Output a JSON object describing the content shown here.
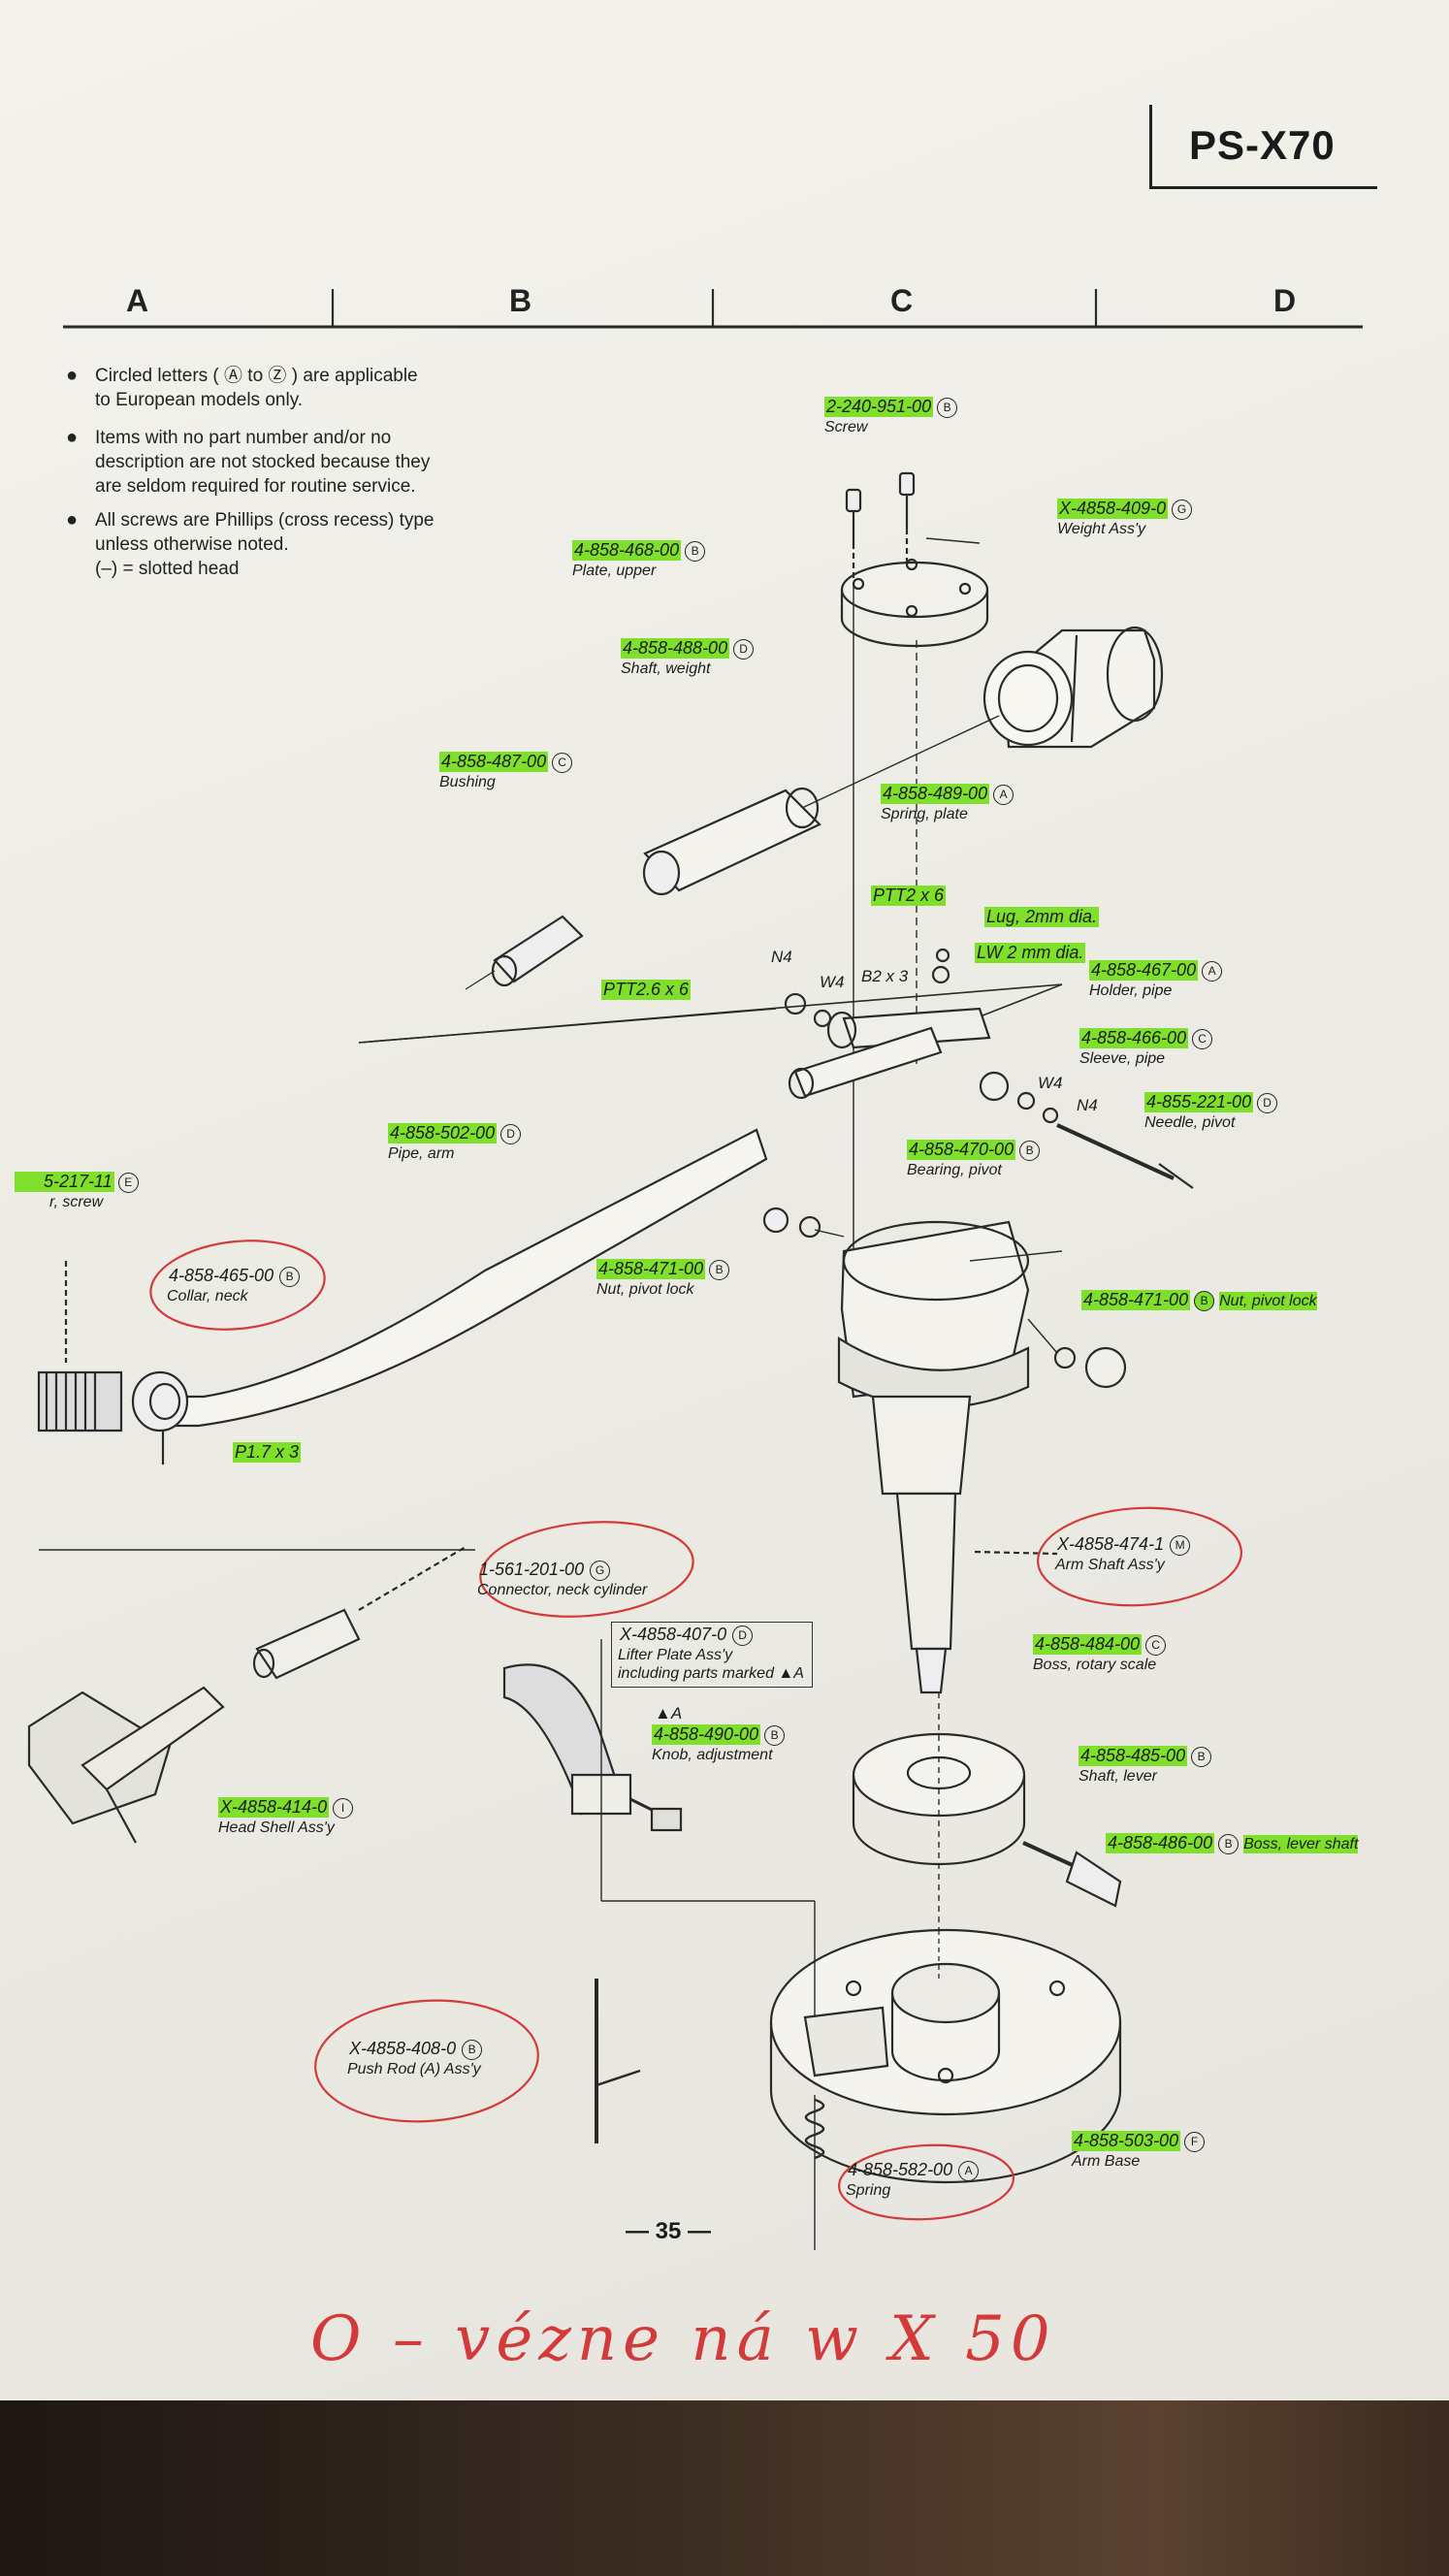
{
  "model": "PS-X70",
  "columns": [
    "A",
    "B",
    "C",
    "D"
  ],
  "notes": [
    {
      "lines": [
        "Circled letters ( Ⓐ to Ⓩ ) are applicable",
        "to European models only."
      ]
    },
    {
      "lines": [
        "Items with no part number and/or no",
        "description are not stocked because they",
        "are seldom required for routine service."
      ]
    },
    {
      "lines": [
        "All screws are Phillips (cross recess) type",
        "unless otherwise noted.",
        "(–) = slotted head"
      ]
    }
  ],
  "parts": {
    "screw_240": {
      "number": "2-240-951-00",
      "code": "B",
      "desc": "Screw"
    },
    "weight_assy": {
      "number": "X-4858-409-0",
      "code": "G",
      "desc": "Weight Ass'y"
    },
    "plate_upper": {
      "number": "4-858-468-00",
      "code": "B",
      "desc": "Plate, upper"
    },
    "shaft_weight": {
      "number": "4-858-488-00",
      "code": "D",
      "desc": "Shaft, weight"
    },
    "bushing": {
      "number": "4-858-487-00",
      "code": "C",
      "desc": "Bushing"
    },
    "spring_plate": {
      "number": "4-858-489-00",
      "code": "A",
      "desc": "Spring, plate"
    },
    "ptt2x6": {
      "label": "PTT2 x 6"
    },
    "lug": {
      "label": "Lug, 2mm dia."
    },
    "lw2": {
      "label": "LW 2 mm dia."
    },
    "ptt26x6": {
      "label": "PTT2.6 x 6"
    },
    "n4_top": {
      "label": "N4"
    },
    "w4_top": {
      "label": "W4"
    },
    "b2x3": {
      "label": "B2 x 3"
    },
    "holder_pipe": {
      "number": "4-858-467-00",
      "code": "A",
      "desc": "Holder, pipe"
    },
    "sleeve_pipe": {
      "number": "4-858-466-00",
      "code": "C",
      "desc": "Sleeve, pipe"
    },
    "w4_right": {
      "label": "W4"
    },
    "n4_right": {
      "label": "N4"
    },
    "needle_pivot": {
      "number": "4-855-221-00",
      "code": "D",
      "desc": "Needle, pivot"
    },
    "pipe_arm": {
      "number": "4-858-502-00",
      "code": "D",
      "desc": "Pipe, arm"
    },
    "screw_217": {
      "number": "5-217-11",
      "code": "E",
      "desc": "r, screw"
    },
    "bearing_pivot": {
      "number": "4-858-470-00",
      "code": "B",
      "desc": "Bearing, pivot"
    },
    "collar_neck": {
      "number": "4-858-465-00",
      "code": "B",
      "desc": "Collar, neck"
    },
    "nut_pivot_left": {
      "number": "4-858-471-00",
      "code": "B",
      "desc": "Nut, pivot lock"
    },
    "nut_pivot_right": {
      "number": "4-858-471-00",
      "code": "B",
      "desc": "Nut, pivot lock"
    },
    "p17x3": {
      "label": "P1.7 x 3"
    },
    "arm_shaft": {
      "number": "X-4858-474-1",
      "code": "M",
      "desc": "Arm Shaft Ass'y"
    },
    "connector": {
      "number": "1-561-201-00",
      "code": "G",
      "desc": "Connector, neck cylinder"
    },
    "lifter_plate": {
      "number": "X-4858-407-0",
      "code": "D",
      "desc": "Lifter Plate Ass'y",
      "desc2": "including parts marked ▲A"
    },
    "boss_rotary": {
      "number": "4-858-484-00",
      "code": "C",
      "desc": "Boss, rotary scale"
    },
    "triangle_a": {
      "label": "▲A"
    },
    "knob_adjust": {
      "number": "4-858-490-00",
      "code": "B",
      "desc": "Knob, adjustment"
    },
    "shaft_lever": {
      "number": "4-858-485-00",
      "code": "B",
      "desc": "Shaft, lever"
    },
    "boss_lever": {
      "number": "4-858-486-00",
      "code": "B",
      "desc": "Boss, lever shaft"
    },
    "head_shell": {
      "number": "X-4858-414-0",
      "code": "I",
      "desc": "Head Shell Ass'y"
    },
    "push_rod": {
      "number": "X-4858-408-0",
      "code": "B",
      "desc": "Push Rod (A) Ass'y"
    },
    "arm_base": {
      "number": "4-858-503-00",
      "code": "F",
      "desc": "Arm Base"
    },
    "spring_582": {
      "number": "4-858-582-00",
      "code": "A",
      "desc": "Spring"
    }
  },
  "page_number": "— 35 —",
  "handwriting": "O – vézne  ná  w X 50"
}
